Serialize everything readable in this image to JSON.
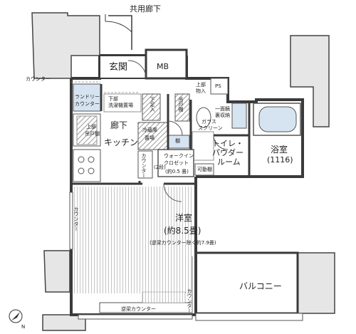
{
  "labels": {
    "common_corridor": "共用廊下",
    "entrance": "玄関",
    "mb": "MB",
    "counter_left": "カウンター",
    "laundry_counter_1": "ランドリー",
    "laundry_counter_2": "カウンター",
    "upper_cabinet_1": "上部",
    "upper_cabinet_2": "吊戸棚",
    "upper_cabinet_3": "吊戸棚",
    "washer_space_1": "下部",
    "washer_space_2": "洗濯機置場",
    "shoe_cabinet": "下足入",
    "upper_storage_1": "上部",
    "upper_storage_2": "物入",
    "ps": "PS",
    "mirror_1": "一面鏡",
    "mirror_2": "裏収納",
    "glass_screen_1": "ガラス",
    "glass_screen_2": "スクリーン",
    "hallway": "廊下",
    "kitchen": "キッチン",
    "fridge_1": "冷蔵庫",
    "fridge_2": "置場",
    "shelf": "棚",
    "toilet_1": "トイレ・",
    "toilet_2": "パウダー",
    "toilet_3": "ルーム",
    "bath_1": "浴室",
    "bath_2": "(1116)",
    "counter_kitchen": "カウンター",
    "counter_2tier": "(2段)",
    "walkin_1": "ウォークイン",
    "walkin_2": "クロゼット",
    "walkin_3": "(約0.5 畳)",
    "movable_shelf": "可動棚",
    "western_room_1": "洋室",
    "western_room_2": "(約8.5畳)",
    "western_room_3": "(逆梁カウンター除く約7.9畳)",
    "counter_west": "カウンター",
    "balcony": "バルコニー",
    "counter_balcony": "カウンター",
    "reverse_beam_counter": "逆梁カウンター",
    "north": "N"
  },
  "colors": {
    "wall": "#4a4a4a",
    "floor_stripe": "#bdbdbd",
    "wetarea": "#cfdff0",
    "outside": "#e8e8e8"
  }
}
